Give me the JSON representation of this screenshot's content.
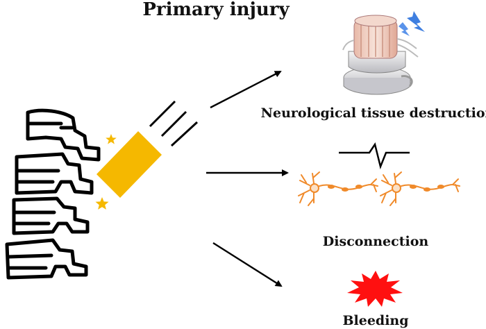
{
  "title": "Primary injury",
  "outcomes": [
    {
      "label": "Neurological tissue destruction",
      "icon": "spinal-cord-lightning-icon"
    },
    {
      "label": "Disconnection",
      "icon": "neurons-signal-icon"
    },
    {
      "label": "Bleeding",
      "icon": "blood-burst-icon"
    }
  ],
  "colors": {
    "impact_block": "#f5b800",
    "stars": "#f5b800",
    "neurons": "#f08a2a",
    "bleeding": "#ff1010",
    "lightning": "#3f7fe0"
  }
}
